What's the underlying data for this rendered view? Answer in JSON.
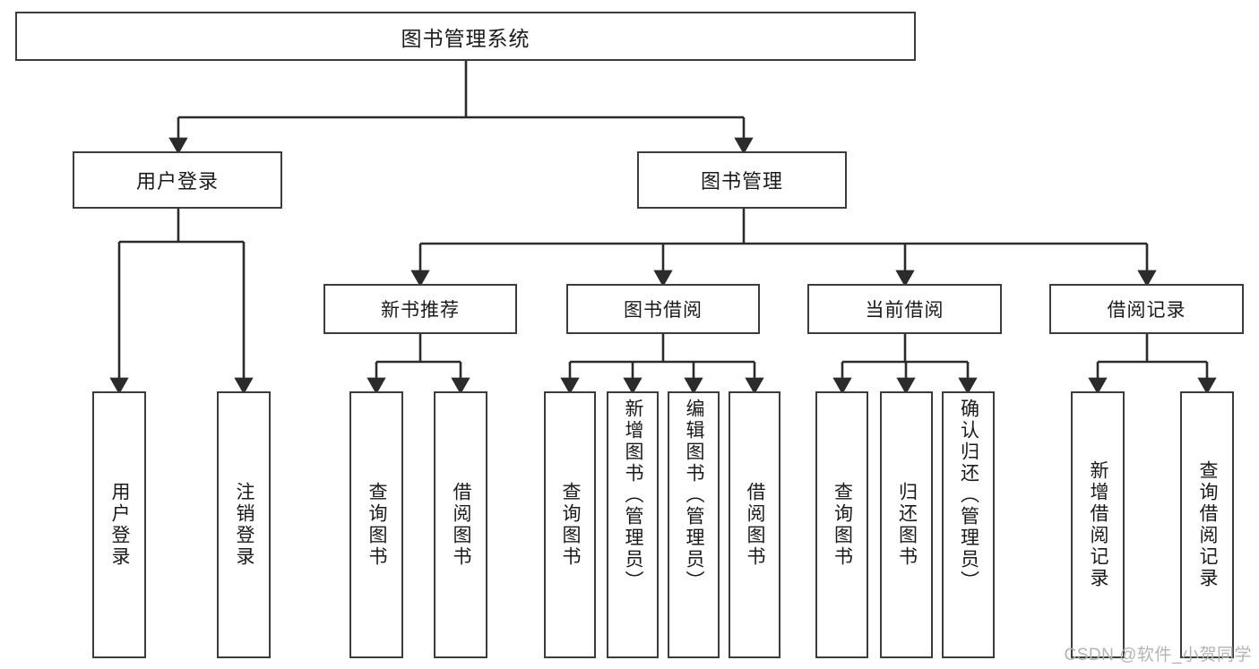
{
  "diagram": {
    "type": "tree-hierarchy",
    "title": "图书管理系统",
    "root": {
      "id": "root",
      "label": "图书管理系统",
      "orientation": "horizontal"
    },
    "level1": [
      {
        "id": "user-login",
        "label": "用户登录",
        "orientation": "horizontal"
      },
      {
        "id": "book-manage",
        "label": "图书管理",
        "orientation": "horizontal"
      }
    ],
    "level2": [
      {
        "id": "new-book-recommend",
        "label": "新书推荐",
        "orientation": "horizontal",
        "parent": "book-manage"
      },
      {
        "id": "book-borrow",
        "label": "图书借阅",
        "orientation": "horizontal",
        "parent": "book-manage"
      },
      {
        "id": "current-borrow",
        "label": "当前借阅",
        "orientation": "horizontal",
        "parent": "book-manage"
      },
      {
        "id": "borrow-record",
        "label": "借阅记录",
        "orientation": "horizontal",
        "parent": "book-manage"
      }
    ],
    "leaves": [
      {
        "id": "leaf-user-login",
        "label": "用户登录",
        "orientation": "vertical",
        "parent": "user-login"
      },
      {
        "id": "leaf-user-logout",
        "label": "注销登录",
        "orientation": "vertical",
        "parent": "user-login"
      },
      {
        "id": "leaf-query-book-1",
        "label": "查询图书",
        "orientation": "vertical",
        "parent": "new-book-recommend"
      },
      {
        "id": "leaf-borrow-book-1",
        "label": "借阅图书",
        "orientation": "vertical",
        "parent": "new-book-recommend"
      },
      {
        "id": "leaf-query-book-2",
        "label": "查询图书",
        "orientation": "vertical",
        "parent": "book-borrow"
      },
      {
        "id": "leaf-add-book",
        "label": "新增图书（管理员）",
        "orientation": "vertical",
        "parent": "book-borrow"
      },
      {
        "id": "leaf-edit-book",
        "label": "编辑图书（管理员）",
        "orientation": "vertical",
        "parent": "book-borrow"
      },
      {
        "id": "leaf-borrow-book-2",
        "label": "借阅图书",
        "orientation": "vertical",
        "parent": "book-borrow"
      },
      {
        "id": "leaf-query-book-3",
        "label": "查询图书",
        "orientation": "vertical",
        "parent": "current-borrow"
      },
      {
        "id": "leaf-return-book",
        "label": "归还图书",
        "orientation": "vertical",
        "parent": "current-borrow"
      },
      {
        "id": "leaf-confirm-return",
        "label": "确认归还（管理员）",
        "orientation": "vertical",
        "parent": "current-borrow"
      },
      {
        "id": "leaf-add-record",
        "label": "新增借阅记录",
        "orientation": "vertical",
        "parent": "borrow-record"
      },
      {
        "id": "leaf-query-record",
        "label": "查询借阅记录",
        "orientation": "vertical",
        "parent": "borrow-record"
      }
    ],
    "colors": {
      "border": "#3c3c3c",
      "connector": "#2b2b2b",
      "background": "#ffffff",
      "text": "#1a1a1a",
      "watermark": "#b4b4b4"
    }
  },
  "watermark": {
    "text": "CSDN @软件_小贺同学"
  }
}
